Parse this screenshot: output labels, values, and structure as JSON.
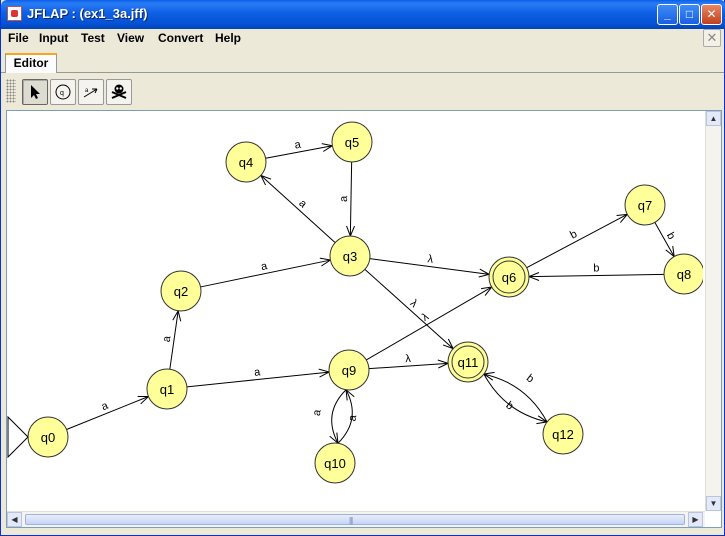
{
  "window": {
    "title": "JFLAP : (ex1_3a.jff)",
    "controls": {
      "minimize": "_",
      "maximize": "□",
      "close": "✕"
    }
  },
  "menu": {
    "items": [
      "File",
      "Input",
      "Test",
      "View",
      "Convert",
      "Help"
    ],
    "close_glyph": "✕"
  },
  "tabs": [
    {
      "label": "Editor",
      "active": true
    }
  ],
  "toolbar": {
    "tools": [
      {
        "name": "attribute-editor-tool",
        "icon": "arrow-cursor-icon",
        "active": true
      },
      {
        "name": "state-creator-tool",
        "icon": "state-circle-icon",
        "active": false
      },
      {
        "name": "transition-creator-tool",
        "icon": "transition-arrow-icon",
        "active": false
      },
      {
        "name": "deleter-tool",
        "icon": "skull-crossbones-icon",
        "active": false
      }
    ]
  },
  "automaton": {
    "initial_state": "q0",
    "final_states": [
      "q6",
      "q11"
    ],
    "states": [
      "q0",
      "q1",
      "q2",
      "q3",
      "q4",
      "q5",
      "q6",
      "q7",
      "q8",
      "q9",
      "q10",
      "q11",
      "q12"
    ],
    "transitions": [
      {
        "from": "q0",
        "to": "q1",
        "label": "a"
      },
      {
        "from": "q1",
        "to": "q2",
        "label": "a"
      },
      {
        "from": "q1",
        "to": "q9",
        "label": "a"
      },
      {
        "from": "q2",
        "to": "q3",
        "label": "a"
      },
      {
        "from": "q3",
        "to": "q4",
        "label": "a"
      },
      {
        "from": "q4",
        "to": "q5",
        "label": "a"
      },
      {
        "from": "q5",
        "to": "q3",
        "label": "a"
      },
      {
        "from": "q3",
        "to": "q6",
        "label": "λ"
      },
      {
        "from": "q3",
        "to": "q11",
        "label": "λ"
      },
      {
        "from": "q6",
        "to": "q7",
        "label": "b"
      },
      {
        "from": "q7",
        "to": "q8",
        "label": "b"
      },
      {
        "from": "q8",
        "to": "q6",
        "label": "b"
      },
      {
        "from": "q9",
        "to": "q6",
        "label": "λ"
      },
      {
        "from": "q9",
        "to": "q11",
        "label": "λ"
      },
      {
        "from": "q9",
        "to": "q10",
        "label": "a"
      },
      {
        "from": "q10",
        "to": "q9",
        "label": "a"
      },
      {
        "from": "q11",
        "to": "q12",
        "label": "b"
      },
      {
        "from": "q12",
        "to": "q11",
        "label": "b"
      }
    ]
  },
  "colors": {
    "state_fill": "#ffff99",
    "title_bar": "#0553d6",
    "tab_accent": "#f5a623"
  }
}
